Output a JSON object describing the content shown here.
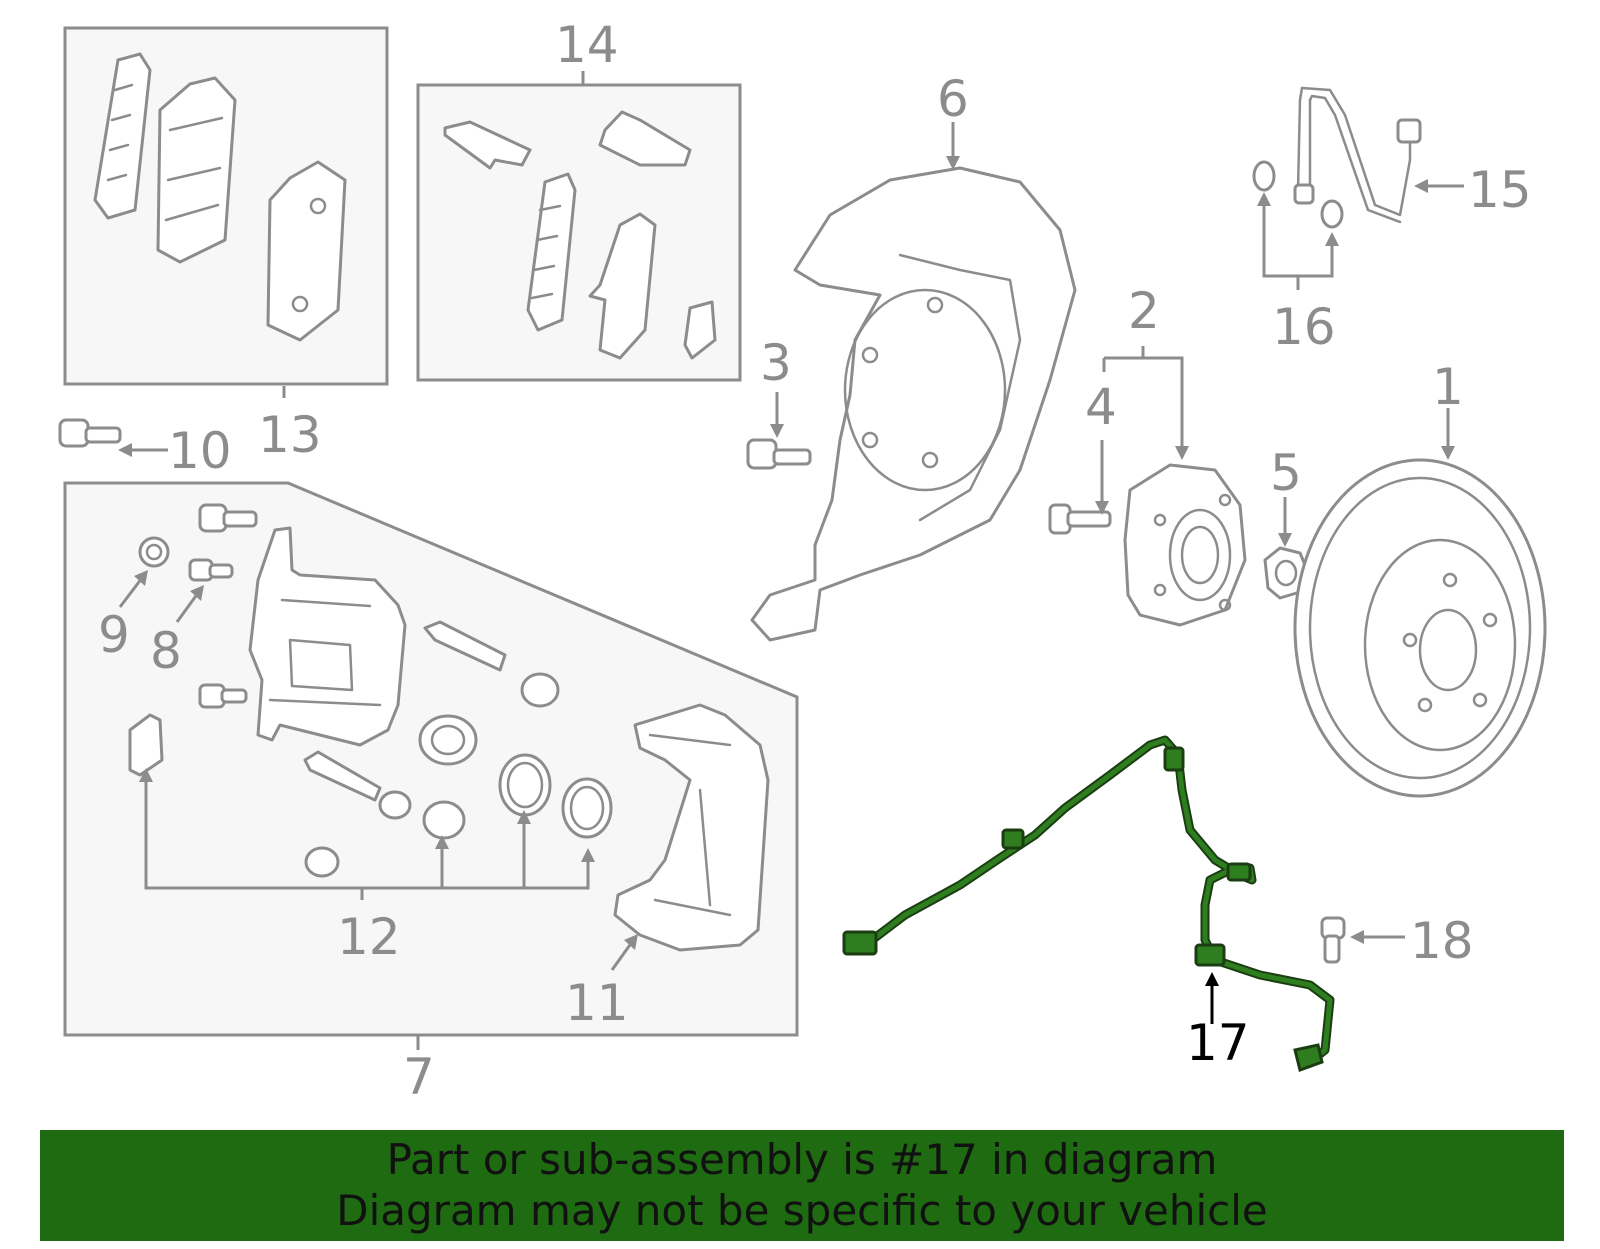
{
  "callouts": {
    "c1": "1",
    "c2": "2",
    "c3": "3",
    "c4": "4",
    "c5": "5",
    "c6": "6",
    "c7": "7",
    "c8": "8",
    "c9": "9",
    "c10": "10",
    "c11": "11",
    "c12": "12",
    "c13": "13",
    "c14": "14",
    "c15": "15",
    "c16": "16",
    "c17": "17",
    "c18": "18"
  },
  "highlighted_part": "17",
  "colors": {
    "banner_bg": "#1f6b12",
    "highlight_part": "#2e7d1e",
    "diagram_lines": "#8c8c8c"
  },
  "banner": {
    "line1": "Part or sub-assembly is #17 in diagram",
    "line2": "Diagram may not be specific to your vehicle"
  }
}
